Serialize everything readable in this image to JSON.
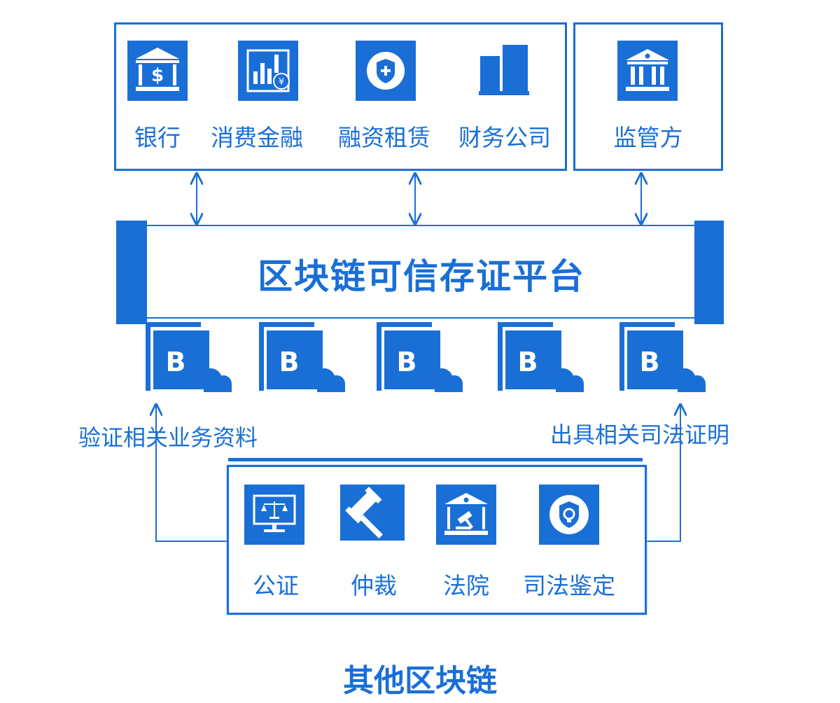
{
  "top_participants": [
    {
      "label": "银行",
      "icon": "bank-dollar-icon"
    },
    {
      "label": "消费金融",
      "icon": "bar-chart-yen-icon"
    },
    {
      "label": "融资租赁",
      "icon": "shield-plus-icon"
    },
    {
      "label": "财务公司",
      "icon": "building-icon"
    }
  ],
  "regulator": {
    "label": "监管方",
    "icon": "government-building-icon"
  },
  "platform": {
    "title": "区块链可信存证平台"
  },
  "nodes": [
    {
      "letter": "B"
    },
    {
      "letter": "B"
    },
    {
      "letter": "B"
    },
    {
      "letter": "B"
    },
    {
      "letter": "B"
    }
  ],
  "left_flow_label": "验证相关业务资料",
  "right_flow_label": "出具相关司法证明",
  "judicial_participants": [
    {
      "label": "公证",
      "icon": "monitor-scales-icon"
    },
    {
      "label": "仲裁",
      "icon": "gavel-icon"
    },
    {
      "label": "法院",
      "icon": "courthouse-icon"
    },
    {
      "label": "司法鉴定",
      "icon": "shield-badge-icon"
    }
  ],
  "bottom_title": "其他区块链",
  "colors": {
    "primary": "#1a6fd6",
    "background": "#ffffff"
  }
}
